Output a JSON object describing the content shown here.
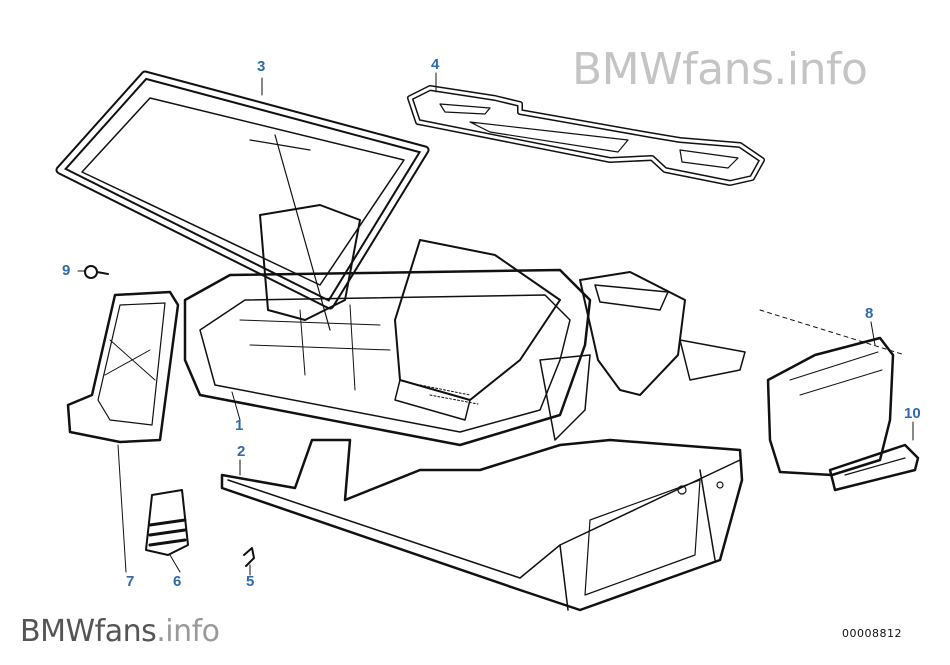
{
  "colors": {
    "line": "#111111",
    "callout": "#2e6aad",
    "watermark_top": "#c4c4c4",
    "watermark_bottom_brand": "#555555",
    "watermark_bottom_suffix": "#9a9a9a"
  },
  "watermarks": {
    "top": "BMWfans.info",
    "bottom_brand": "BMWfans",
    "bottom_suffix": ".info"
  },
  "part_number": "00008812",
  "callouts": [
    {
      "id": "1",
      "label": "1"
    },
    {
      "id": "2",
      "label": "2"
    },
    {
      "id": "3",
      "label": "3"
    },
    {
      "id": "4",
      "label": "4"
    },
    {
      "id": "5",
      "label": "5"
    },
    {
      "id": "6",
      "label": "6"
    },
    {
      "id": "7",
      "label": "7"
    },
    {
      "id": "8",
      "label": "8"
    },
    {
      "id": "9",
      "label": "9"
    },
    {
      "id": "10",
      "label": "10"
    }
  ]
}
